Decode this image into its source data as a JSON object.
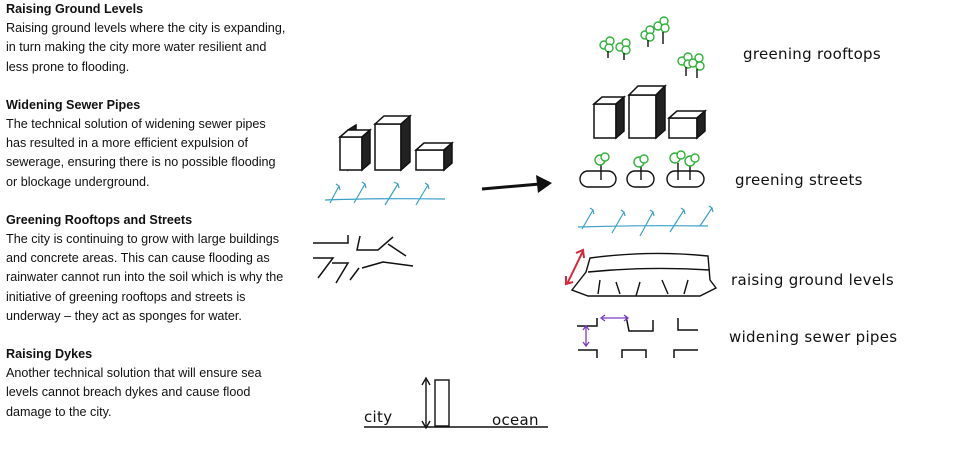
{
  "sections": [
    {
      "heading": "Raising Ground Levels",
      "body": "Raising ground levels where the city is expanding, in turn making the city more water resilient and less prone to flooding."
    },
    {
      "heading": "Widening Sewer Pipes",
      "body": "The technical solution of widening sewer pipes has resulted in a more efficient expulsion of sewerage, ensuring there is no possible flooding or blockage underground."
    },
    {
      "heading": "Greening Rooftops and Streets",
      "body": "The city is continuing to grow with large buildings and concrete areas. This can cause flooding as rainwater cannot run into the soil which is why the initiative of greening rooftops and streets is underway – they act as sponges for water."
    },
    {
      "heading": "Raising Dykes",
      "body": "Another technical solution that will ensure sea levels cannot breach dykes and cause flood damage to the city."
    }
  ],
  "diagram": {
    "labels": {
      "greening_rooftops": "greening rooftops",
      "greening_streets": "greening streets",
      "raising_ground_levels": "raising ground levels",
      "widening_sewer_pipes": "widening sewer pipes",
      "city": "city",
      "ocean": "ocean"
    },
    "colors": {
      "ink": "#111111",
      "water": "#3aa0c8",
      "tree": "#2fb23a",
      "raise_arrow": "#d6283a",
      "pipe_arrow": "#7a3cc8"
    }
  }
}
